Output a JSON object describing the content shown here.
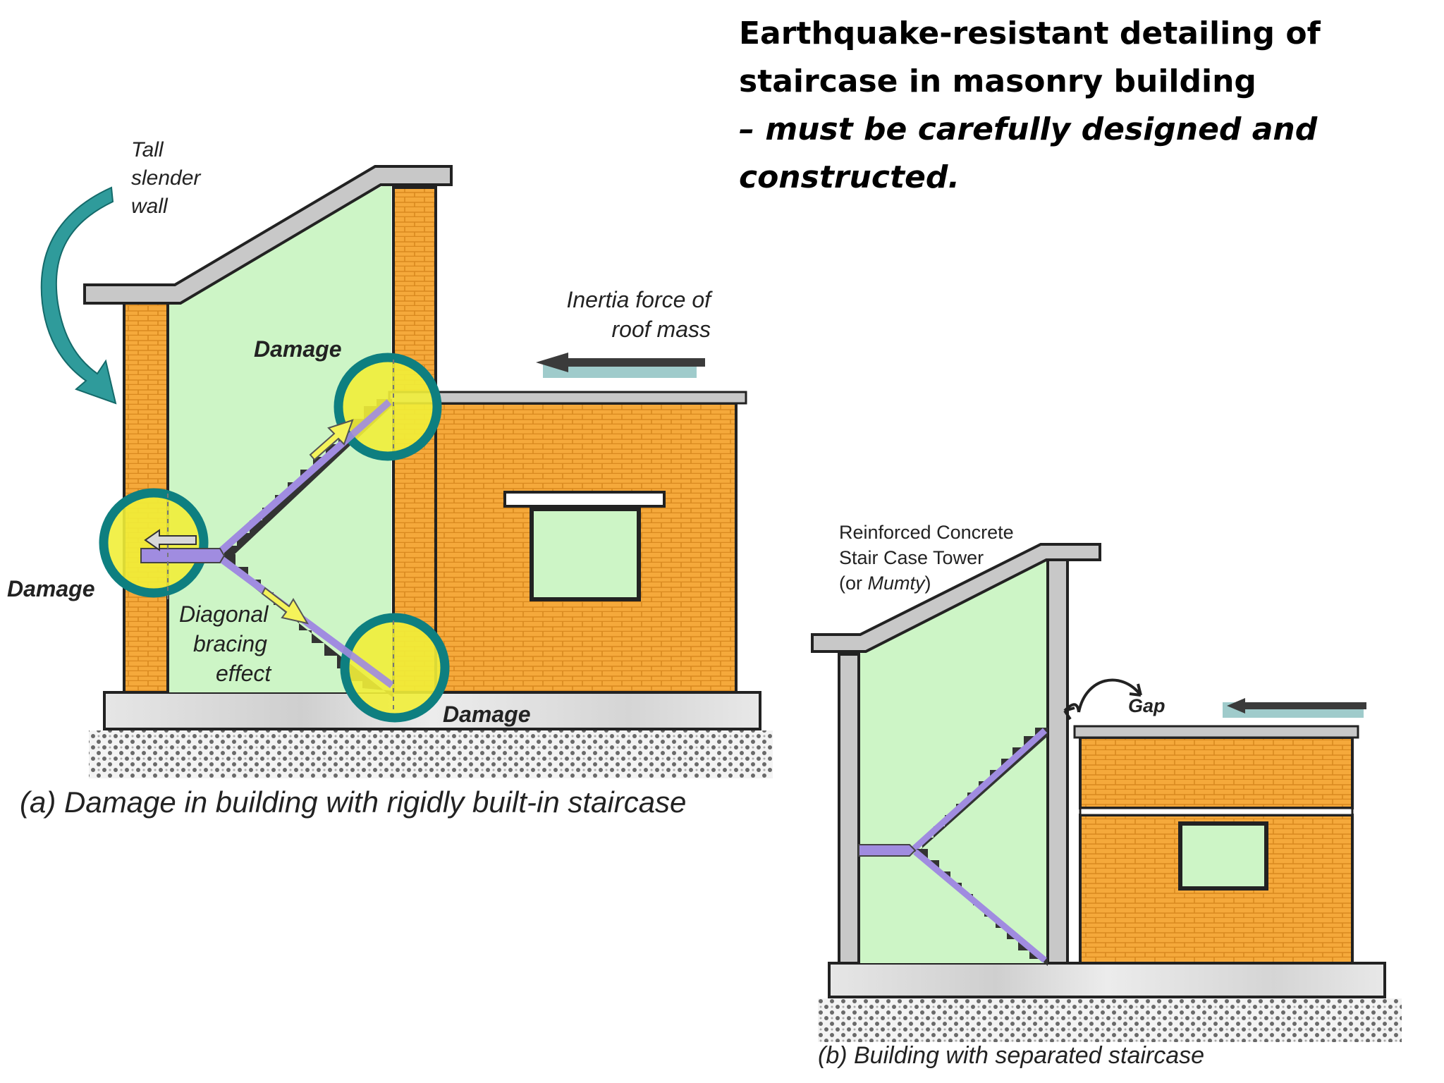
{
  "title": {
    "line1": "Earthquake-resistant detailing of",
    "line2": "staircase in masonry building",
    "line3": "– must be carefully designed and",
    "line4": "constructed."
  },
  "figure_a": {
    "label_tall_wall": [
      "Tall",
      "slender",
      "wall"
    ],
    "label_inertia": [
      "Inertia force of",
      "roof mass"
    ],
    "damage_label": "Damage",
    "label_diagonal": [
      "Diagonal",
      "bracing",
      "effect"
    ],
    "caption": "(a) Damage in building with rigidly built-in staircase"
  },
  "figure_b": {
    "label_tower_line1": "Reinforced Concrete",
    "label_tower_line2": "Stair Case Tower",
    "label_tower_line3_pre": "(or ",
    "label_tower_line3_em": "Mumty",
    "label_tower_line3_post": ")",
    "label_gap": "Gap",
    "caption": "(b) Building with separated staircase"
  },
  "colors": {
    "brick": "#f5a93b",
    "mortar": "#c97d1a",
    "stair_fill": "#cdf5c6",
    "slab": "#c8c8c8",
    "damage_ring": "#0e7f80",
    "damage_fill": "#f1ee39",
    "stair_purple": "#a08ce0"
  }
}
